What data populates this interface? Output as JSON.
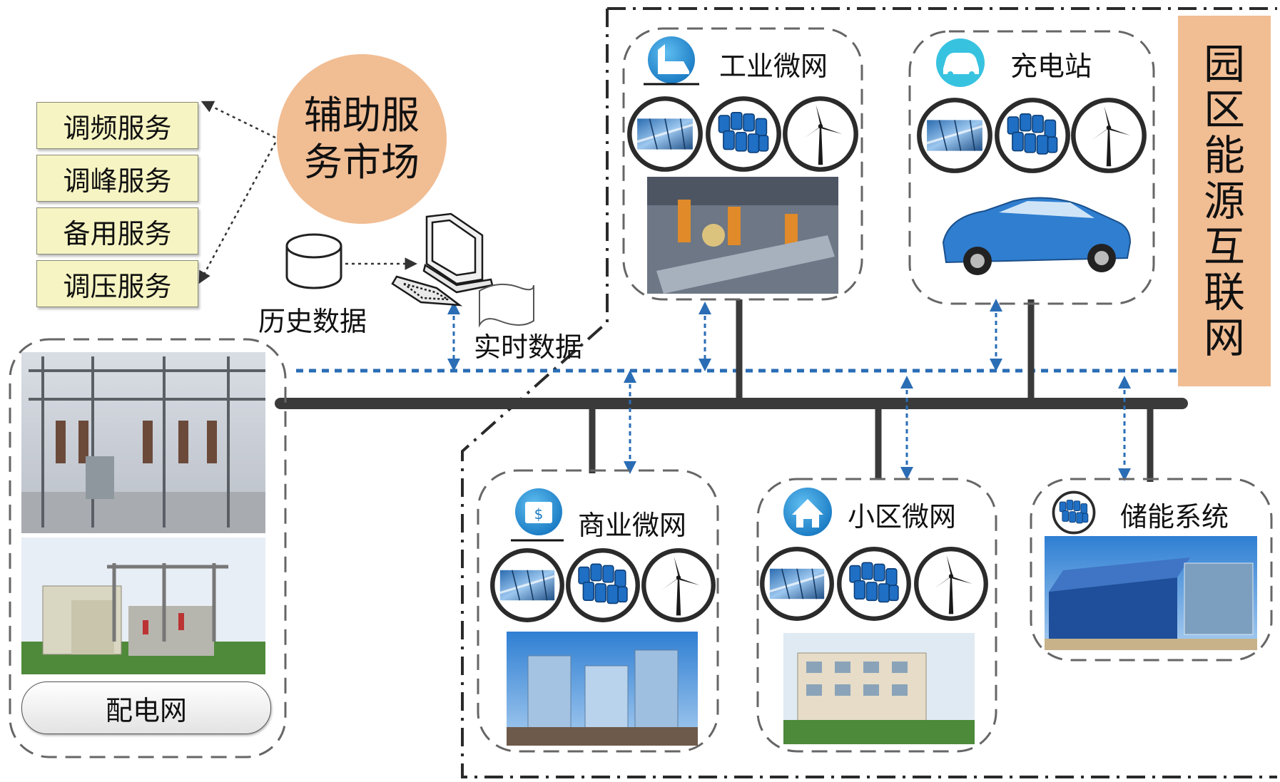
{
  "services": {
    "frequency": "调频服务",
    "peak": "调峰服务",
    "reserve": "备用服务",
    "voltage": "调压服务"
  },
  "market": {
    "label": "辅助服务市场"
  },
  "data": {
    "history": "历史数据",
    "realtime": "实时数据"
  },
  "grid": {
    "distribution": "配电网"
  },
  "park_title": "园区能源互联网",
  "nodes": {
    "industrial": "工业微网",
    "charging": "充电站",
    "commercial": "商业微网",
    "residential": "小区微网",
    "storage": "储能系统"
  },
  "colors": {
    "accent_orange": "#f1bd93",
    "service_fill": "#f6f4c2",
    "bus": "#3a3a3a",
    "comm_line": "#2a6db5",
    "icon_blue": "#2a8fd6"
  },
  "icons": [
    "solar-panel-icon",
    "battery-storage-icon",
    "wind-turbine-icon",
    "factory-icon",
    "car-icon",
    "money-icon",
    "house-icon",
    "computer-icon",
    "database-icon",
    "document-icon"
  ]
}
